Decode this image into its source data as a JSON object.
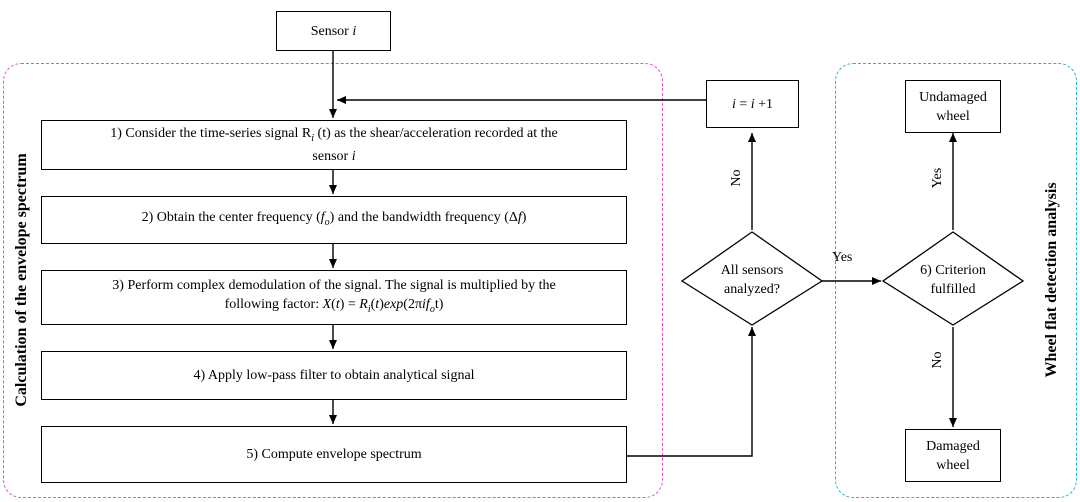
{
  "sensor_box": "Sensor i",
  "increment_box": "i = i +1",
  "left_region_title": "Calculation of the envelope spectrum",
  "right_region_title": "Wheel flat detection analysis",
  "steps": [
    {
      "line1": "1) Consider the time-series signal Ri (t) as the shear/acceleration recorded at the",
      "line2": "sensor i"
    },
    {
      "line1": "2) Obtain the center frequency (fo) and the bandwidth frequency (Δf)"
    },
    {
      "line1": "3) Perform complex demodulation of the signal. The signal is multiplied by the",
      "line2": "following factor: X(t) = Ri(t)exp(2πifot)"
    },
    {
      "line1": "4) Apply low-pass filter to obtain analytical signal"
    },
    {
      "line1": "5) Compute envelope spectrum"
    }
  ],
  "decision_sensors": {
    "line1": "All sensors",
    "line2": "analyzed?"
  },
  "decision_criterion": {
    "line1": "6) Criterion",
    "line2": "fulfilled"
  },
  "undamaged_box": {
    "line1": "Undamaged",
    "line2": "wheel"
  },
  "damaged_box": {
    "line1": "Damaged",
    "line2": "wheel"
  },
  "labels": {
    "no_sensors": "No",
    "yes_sensors": "Yes",
    "yes_criterion": "Yes",
    "no_criterion": "No"
  },
  "colors": {
    "left_region_border": "#e24fd6",
    "right_region_border": "#1fb3d9",
    "lines": "#000000"
  }
}
